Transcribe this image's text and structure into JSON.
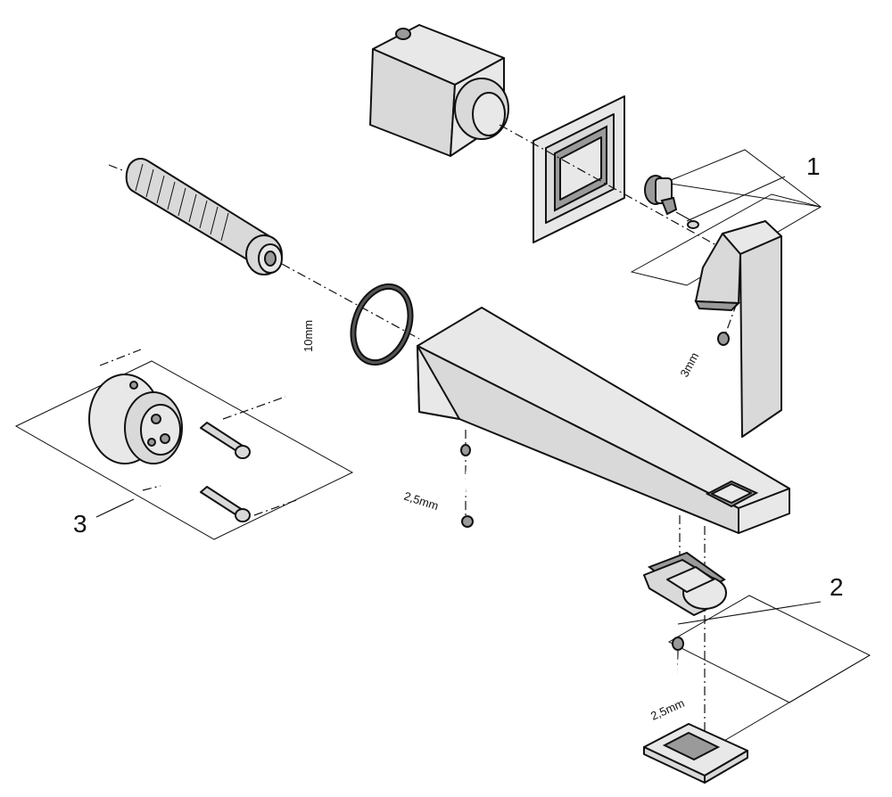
{
  "callouts": {
    "part_1": "1",
    "part_2": "2",
    "part_3": "3"
  },
  "tool_sizes": {
    "hex_key_lever": "10mm",
    "hex_key_handle": "3mm",
    "hex_key_spout": "2,5mm",
    "hex_key_aerator": "2,5mm"
  }
}
